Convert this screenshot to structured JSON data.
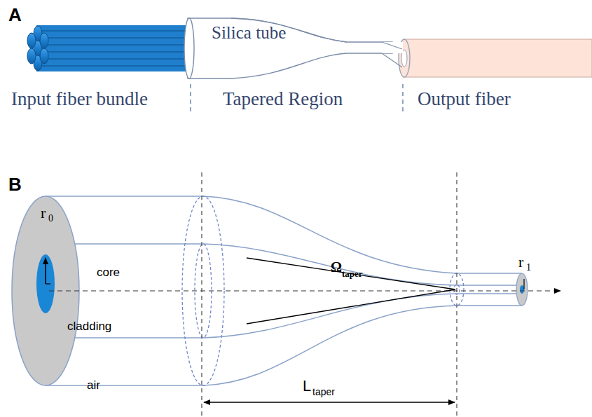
{
  "diagram": {
    "labels": [
      "A",
      "Silica tube",
      "Input fiber bundle",
      "Tapered Region",
      "Output fiber",
      "B",
      "r",
      "0",
      "core",
      "Ω",
      "taper",
      "r",
      "1",
      "cladding",
      "air",
      "L",
      "taper"
    ]
  }
}
